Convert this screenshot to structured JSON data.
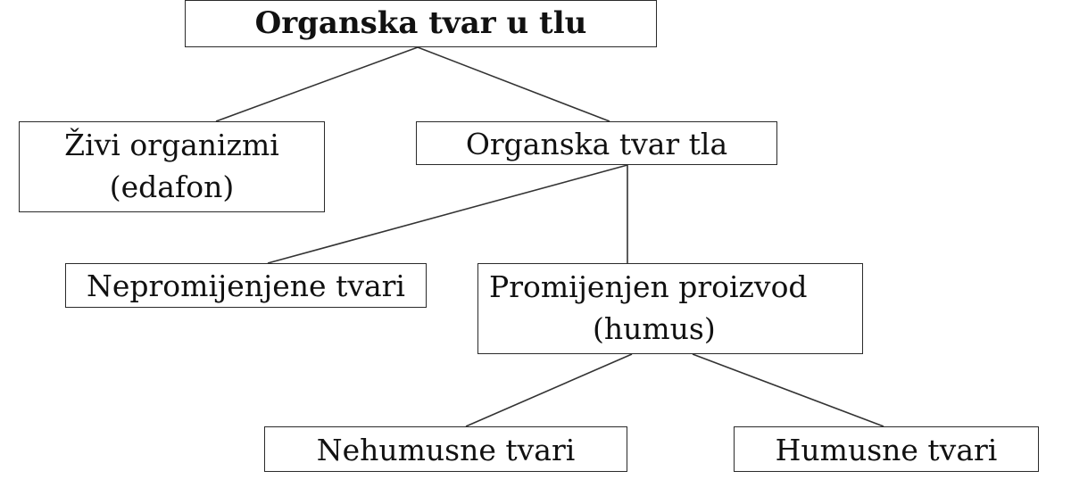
{
  "diagram": {
    "nodes": {
      "root": {
        "label": "Organska tvar u tlu"
      },
      "zivi": {
        "line1": "Živi organizmi",
        "line2": "(edafon)"
      },
      "organska_tla": {
        "label": "Organska tvar tla"
      },
      "nepromijenjene": {
        "label": "Nepromijenjene tvari"
      },
      "promijenjen": {
        "line1": "Promijenjen proizvod",
        "line2": "(humus)"
      },
      "nehumusne": {
        "label": "Nehumusne tvari"
      },
      "humusne": {
        "label": "Humusne tvari"
      }
    },
    "edges": [
      {
        "from": "root",
        "to": "zivi"
      },
      {
        "from": "root",
        "to": "organska_tla"
      },
      {
        "from": "organska_tla",
        "to": "nepromijenjene"
      },
      {
        "from": "organska_tla",
        "to": "promijenjen"
      },
      {
        "from": "promijenjen",
        "to": "nehumusne"
      },
      {
        "from": "promijenjen",
        "to": "humusne"
      }
    ]
  }
}
